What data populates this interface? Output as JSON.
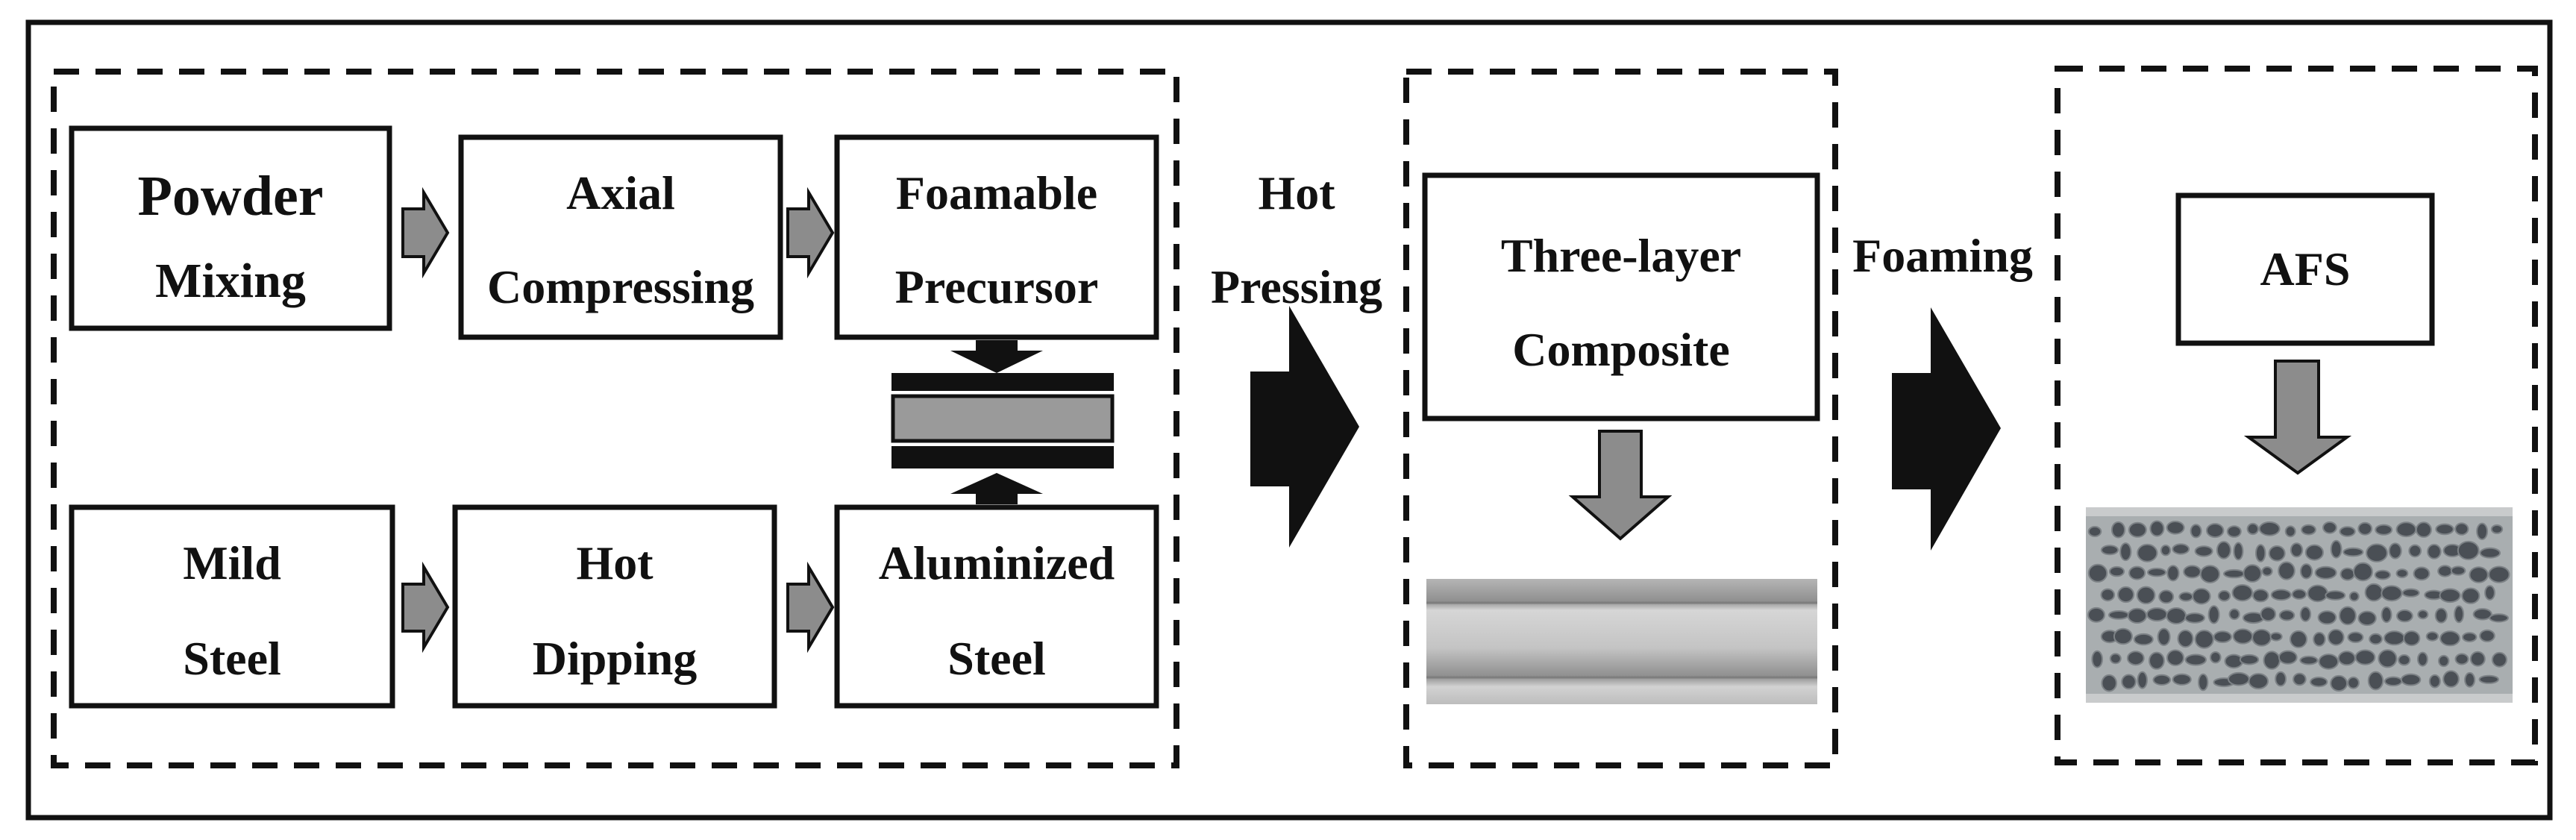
{
  "colors": {
    "ink": "#111111",
    "arrow_gray": "#8c8c8c",
    "layer_gray": "#9a9a9a",
    "steel_surface": "#c9c9c9",
    "foam_matrix": "#a9aeb0",
    "foam_pore": "#4a4f55"
  },
  "stage1": {
    "powder_mixing": [
      "Powder",
      "Mixing"
    ],
    "axial_compressing": [
      "Axial",
      "Compressing"
    ],
    "foamable_precursor": [
      "Foamable",
      "Precursor"
    ],
    "mild_steel": [
      "Mild",
      "Steel"
    ],
    "hot_dipping": [
      "Hot",
      "Dipping"
    ],
    "aluminized_steel": [
      "Aluminized",
      "Steel"
    ]
  },
  "transition1": [
    "Hot",
    "Pressing"
  ],
  "stage2": {
    "three_layer_composite": [
      "Three-layer",
      "Composite"
    ]
  },
  "transition2": "Foaming",
  "stage3": {
    "afs": "AFS"
  },
  "icons": [
    "gray-right-arrow-icon",
    "black-down-arrow-icon",
    "black-up-arrow-icon",
    "black-chevron-arrow-icon",
    "gray-down-arrow-icon"
  ]
}
